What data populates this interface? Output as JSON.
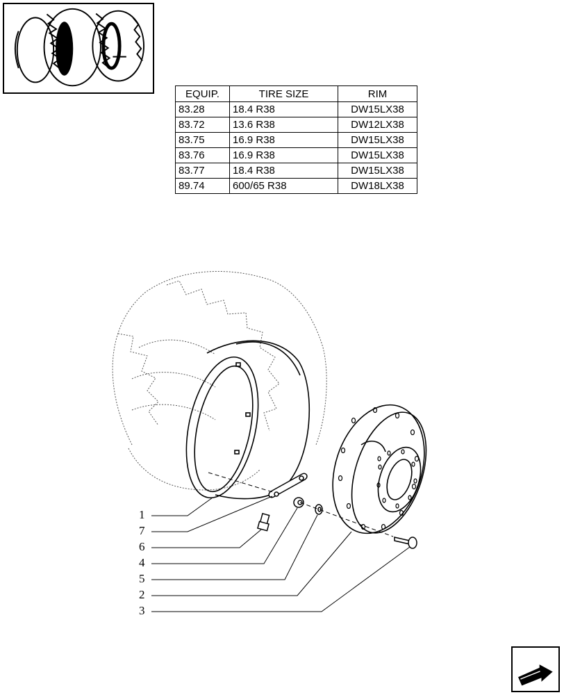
{
  "table": {
    "headers": [
      "EQUIP.",
      "TIRE SIZE",
      "RIM"
    ],
    "rows": [
      [
        "83.28",
        "18.4 R38",
        "DW15LX38"
      ],
      [
        "83.72",
        "13.6 R38",
        "DW12LX38"
      ],
      [
        "83.75",
        "16.9 R38",
        "DW15LX38"
      ],
      [
        "83.76",
        "16.9 R38",
        "DW15LX38"
      ],
      [
        "83.77",
        "18.4 R38",
        "DW15LX38"
      ],
      [
        "89.74",
        "600/65 R38",
        "DW18LX38"
      ]
    ]
  },
  "callouts": [
    "1",
    "7",
    "6",
    "4",
    "5",
    "2",
    "3"
  ],
  "icons": {
    "thumbnail": "tractor-rear-wheel-thumbnail",
    "navigation": "next-page-arrow-icon"
  }
}
